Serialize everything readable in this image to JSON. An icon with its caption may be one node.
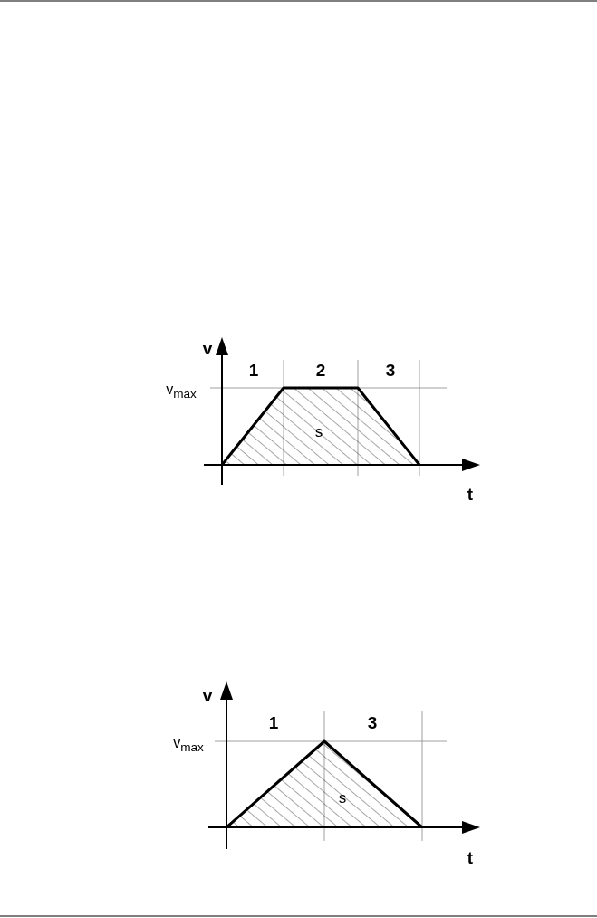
{
  "diagram": {
    "labels": [
      "v",
      "1",
      "2",
      "3",
      "v$_{max}$",
      "s",
      "t",
      "v",
      "1",
      "3",
      "v$_{max}$",
      "s",
      "t"
    ]
  }
}
